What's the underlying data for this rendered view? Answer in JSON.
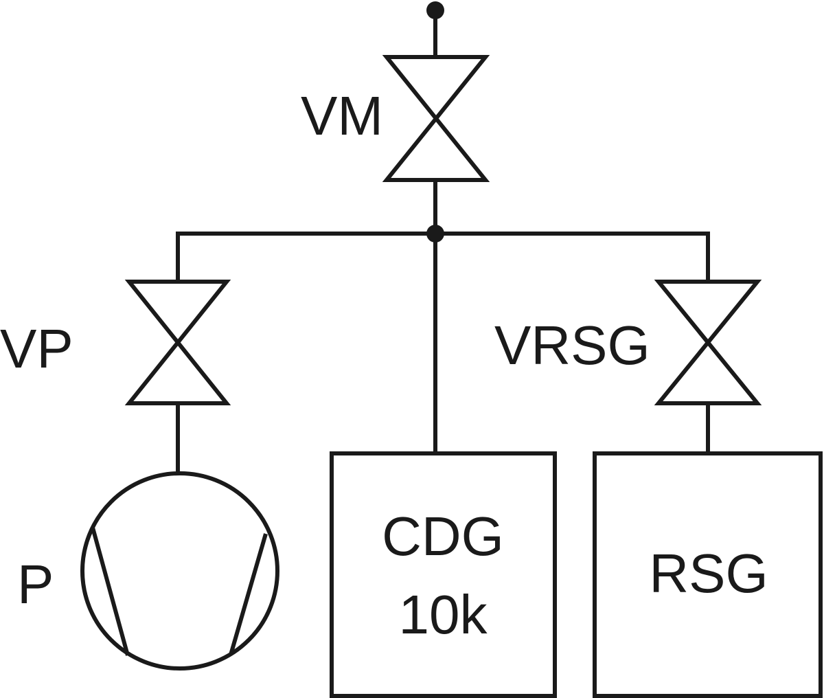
{
  "diagram": {
    "valves": {
      "vm": {
        "label": "VM"
      },
      "vp": {
        "label": "VP"
      },
      "vrsg": {
        "label": "VRSG"
      }
    },
    "pump": {
      "label": "P"
    },
    "gauges": {
      "cdg": {
        "line1": "CDG",
        "line2": "10k"
      },
      "rsg": {
        "label": "RSG"
      }
    }
  }
}
